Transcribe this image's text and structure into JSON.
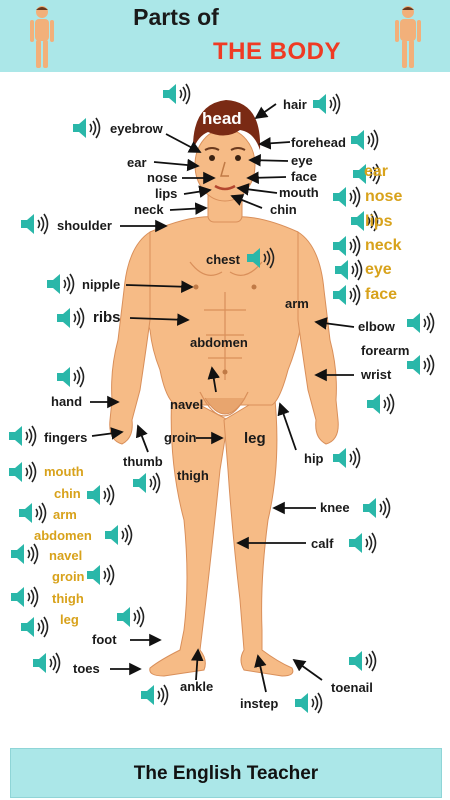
{
  "header": {
    "title_line1": "Parts of",
    "title_line2": "THE BODY"
  },
  "labels": {
    "head": "head",
    "hair": "hair",
    "eyebrow": "eyebrow",
    "forehead": "forehead",
    "ear": "ear",
    "eye": "eye",
    "nose": "nose",
    "face": "face",
    "lips": "lips",
    "mouth": "mouth",
    "neck": "neck",
    "chin": "chin",
    "shoulder": "shoulder",
    "chest": "chest",
    "nipple": "nipple",
    "arm": "arm",
    "ribs": "ribs",
    "elbow": "elbow",
    "abdomen": "abdomen",
    "forearm": "forearm",
    "wrist": "wrist",
    "hand": "hand",
    "navel": "navel",
    "fingers": "fingers",
    "groin": "groin",
    "leg": "leg",
    "thumb": "thumb",
    "hip": "hip",
    "thigh": "thigh",
    "knee": "knee",
    "calf": "calf",
    "foot": "foot",
    "toes": "toes",
    "ankle": "ankle",
    "toenail": "toenail",
    "instep": "instep"
  },
  "review_right": [
    "ear",
    "nose",
    "lips",
    "neck",
    "eye",
    "face"
  ],
  "review_left": [
    "mouth",
    "chin",
    "arm",
    "abdomen",
    "navel",
    "groin",
    "thigh",
    "leg"
  ],
  "footer": {
    "text": "The English Teacher"
  },
  "colors": {
    "band": "#abe7e8",
    "title_accent": "#ef3b24",
    "gold": "#d8a21b",
    "skin": "#f6bb86",
    "speaker": "#2ab7a9"
  },
  "icon": "speaker-icon"
}
